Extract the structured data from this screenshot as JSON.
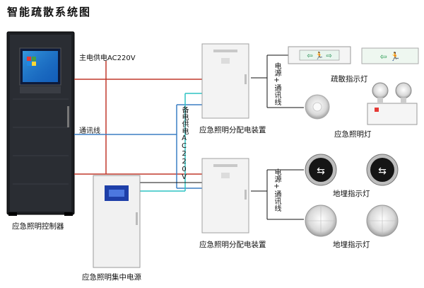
{
  "title": "智能疏散系统图",
  "labels": {
    "main_power": "主电供电AC220V",
    "comm_line": "通讯线",
    "backup_power": "备电供电AC220V",
    "power_comm_top": "电源+通讯线",
    "power_comm_bottom": "电源+通讯线"
  },
  "devices": {
    "controller": "应急照明控制器",
    "central_power": "应急照明集中电源",
    "distribution_top": "应急照明分配电装置",
    "distribution_bottom": "应急照明分配电装置",
    "exit_sign": "疏散指示灯",
    "emergency_light": "应急照明灯",
    "floor_sign": "地埋指示灯",
    "floor_light": "地埋指示灯"
  },
  "colors": {
    "power_line": "#c0392b",
    "comm_line": "#3498db",
    "cyan_line": "#2ec4c4",
    "black_line": "#111111"
  }
}
